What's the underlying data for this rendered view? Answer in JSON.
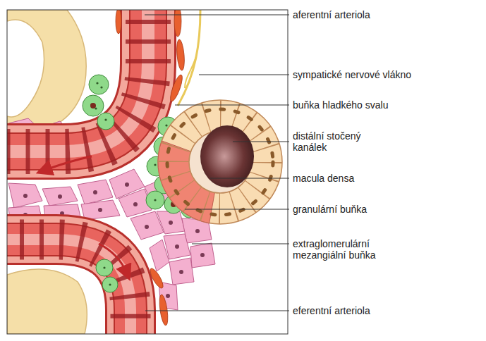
{
  "diagram": {
    "labels": [
      "aferentní arteriola",
      "sympatické nervové vlákno",
      "buňka hladkého svalu",
      "distální stočený kanálek",
      "macula densa",
      "granulární buňka",
      "extraglomerulární mezangiální buňka",
      "eferentní arteriola"
    ]
  }
}
